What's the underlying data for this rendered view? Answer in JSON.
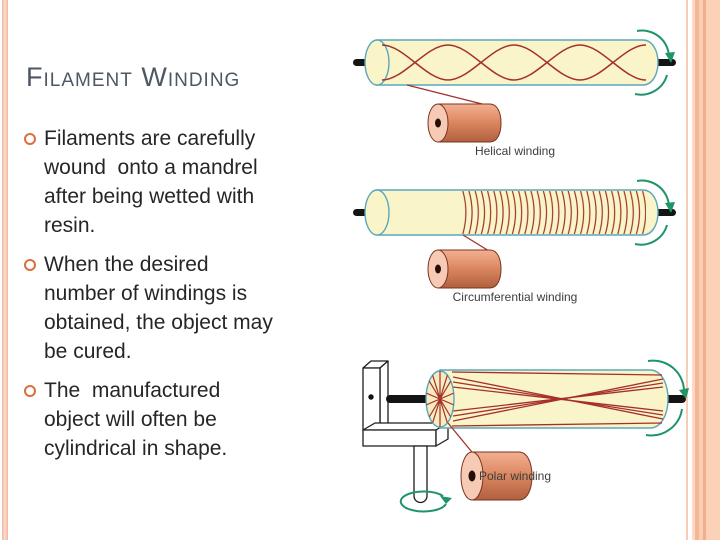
{
  "slide": {
    "title": "Filament Winding",
    "bullets": [
      "Filaments are carefully\nwound  onto a mandrel\nafter being wetted with\nresin.",
      "When the desired\nnumber of windings is\nobtained, the object may\nbe cured.",
      "The  manufactured\nobject will often be\ncylindrical in shape."
    ]
  },
  "figures": [
    {
      "caption": "Helical winding"
    },
    {
      "caption": "Circumferential winding"
    },
    {
      "caption": "Polar winding"
    }
  ],
  "colors": {
    "mandrel_fill": "#faf4c9",
    "mandrel_outline": "#5aa7bd",
    "filament_red": "#a5302a",
    "rotation_arrow_green": "#1f9468",
    "spool_salmon": "#dd8a63",
    "spool_cap_pink": "#f6cab5",
    "bullet_orange": "#dd6e3c",
    "title_gray": "#4d5765",
    "accent_stripe_peach": "#f4b795"
  }
}
